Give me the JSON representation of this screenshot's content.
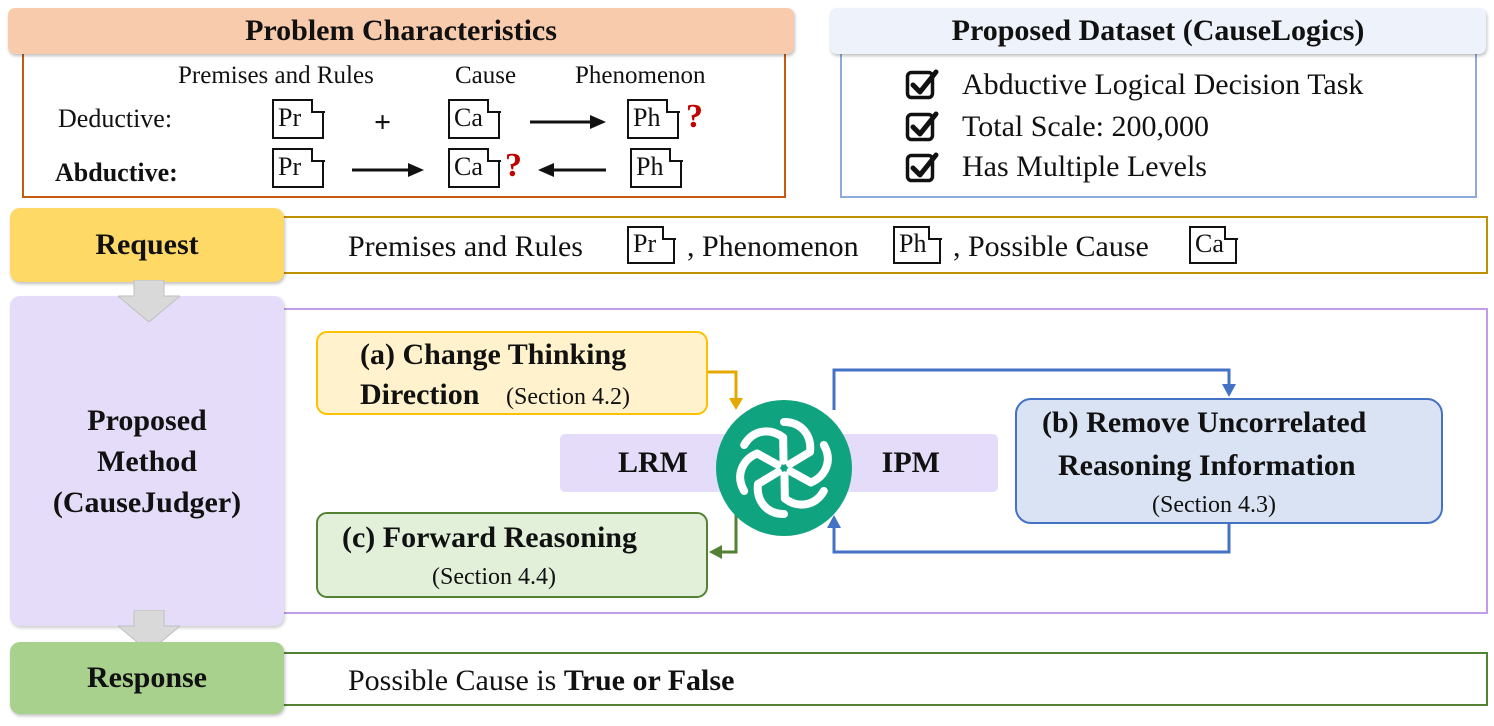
{
  "problem": {
    "title": "Problem Characteristics",
    "col_premises": "Premises and Rules",
    "col_cause": "Cause",
    "col_phenomenon": "Phenomenon",
    "row_deductive": "Deductive:",
    "row_abductive": "Abductive:",
    "plus": "+",
    "question": "?",
    "doc_pr": "Pr",
    "doc_ca": "Ca",
    "doc_ph": "Ph"
  },
  "dataset": {
    "title": "Proposed Dataset (CauseLogics)",
    "items": [
      "Abductive Logical Decision Task",
      "Total Scale: 200,000",
      "Has Multiple Levels"
    ]
  },
  "request": {
    "label": "Request",
    "text_1": "Premises and Rules",
    "text_2": ", Phenomenon",
    "text_3": ", Possible Cause"
  },
  "method": {
    "label_line1": "Proposed",
    "label_line2": "Method",
    "label_line3": "(CauseJudger)",
    "box_a_title_1": "(a) Change Thinking",
    "box_a_title_2": "Direction",
    "box_a_section": "(Section 4.2)",
    "box_b_title_1": "(b) Remove Uncorrelated",
    "box_b_title_2": "Reasoning Information",
    "box_b_section": "(Section 4.3)",
    "box_c_title": "(c) Forward Reasoning",
    "box_c_section": "(Section 4.4)",
    "lrm": "LRM",
    "ipm": "IPM"
  },
  "response": {
    "label": "Response",
    "text_plain": "Possible Cause is ",
    "text_bold": "True or False"
  },
  "colors": {
    "problem_header": "#f8cbad",
    "problem_border": "#c55a11",
    "dataset_header": "#dae3f3",
    "dataset_border": "#8faadc",
    "request_fill": "#ffd966",
    "request_border": "#bf9000",
    "method_fill": "#e4dcf8",
    "method_border": "#c39be8",
    "response_fill": "#a9d18e",
    "response_border": "#548235",
    "box_a_fill": "#fff2cc",
    "box_b_fill": "#dae3f3",
    "box_c_fill": "#e2f0d9",
    "arrow_blue": "#4472c4",
    "arrow_gold": "#e5a800",
    "arrow_green": "#548235"
  },
  "icons": {
    "check": "check-square-icon",
    "model": "openai-logo-icon",
    "document": "document-icon"
  }
}
